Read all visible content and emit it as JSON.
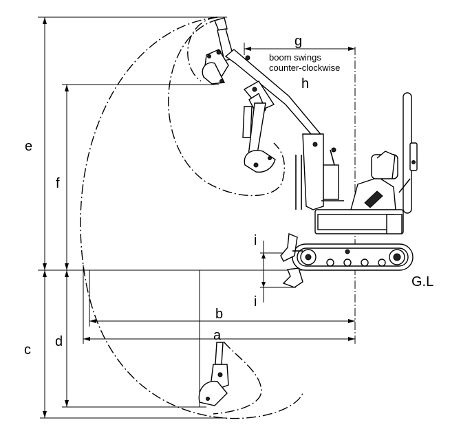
{
  "labels": {
    "a": "a",
    "b": "b",
    "c": "c",
    "d": "d",
    "e": "e",
    "f": "f",
    "g": "g",
    "h": "h",
    "i_upper": "i",
    "i_lower": "i",
    "gl": "G.L",
    "note_line1": "boom swings",
    "note_line2": "counter-clockwise"
  }
}
